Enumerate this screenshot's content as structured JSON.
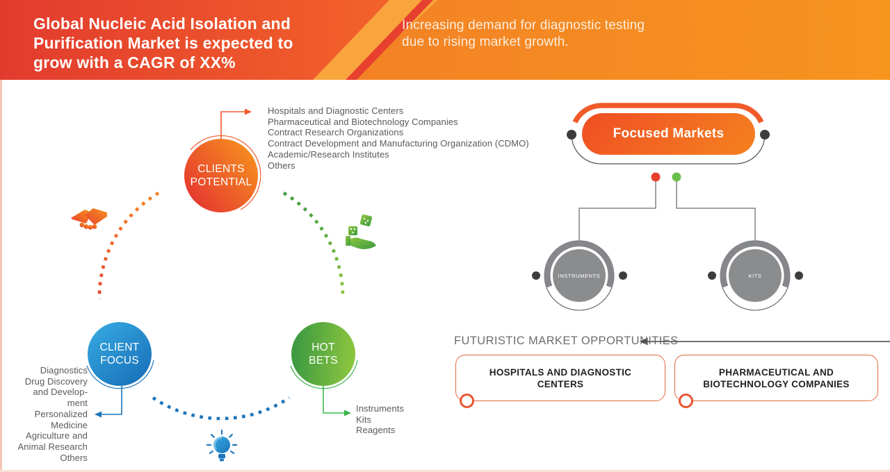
{
  "header": {
    "title_lines": [
      "Global Nucleic Acid Isolation and",
      "Purification Market is expected to",
      "grow with a CAGR of XX%"
    ],
    "subtitle_lines": [
      "Increasing demand for diagnostic testing",
      "due to rising market growth."
    ],
    "gradient_left": "#e23b2e",
    "gradient_right": "#f7941e",
    "accent_band": "#f9a53e",
    "accent_stripe": "#e8402e"
  },
  "venn": {
    "clients_potential": {
      "label_lines": [
        "CLIENTS",
        "POTENTIAL"
      ],
      "color_start": "#e63c2f",
      "color_end": "#f7941e",
      "items": [
        "Hospitals and Diagnostic Centers",
        "Pharmaceutical and Biotechnology Companies",
        "Contract Research Organizations",
        "Contract Development and Manufacturing Organization (CDMO)",
        "Academic/Research Institutes",
        "Others"
      ]
    },
    "client_focus": {
      "label_lines": [
        "CLIENT",
        "FOCUS"
      ],
      "color_start": "#36a9e1",
      "color_end": "#1b75bc",
      "item_lines": [
        "Diagnostics",
        "Drug Discovery",
        "and Develop-",
        "ment",
        "Personalized",
        "Medicine",
        "Agriculture and",
        "Animal Research",
        "Others"
      ]
    },
    "hot_bets": {
      "label_lines": [
        "HOT",
        "BETS"
      ],
      "color_start": "#3f9b41",
      "color_end": "#8dc63f",
      "items": [
        "Instruments",
        "Kits",
        "Reagents"
      ]
    }
  },
  "focused_markets": {
    "title": "Focused Markets",
    "pill_color": "#f15a29",
    "branch_dot_colors": [
      "#e8402e",
      "#6abf4b"
    ],
    "node_color": "#8a8c8e",
    "nodes": [
      {
        "label": "INSTRUMENTS"
      },
      {
        "label": "KITS"
      }
    ]
  },
  "futuristic": {
    "heading": "FUTURISTIC MARKET OPPORTUNITIES",
    "box_border_color": "#e2683c",
    "boxes": [
      {
        "label": "HOSPITALS AND DIAGNOSTIC CENTERS"
      },
      {
        "label": "PHARMACEUTICAL AND BIOTECHNOLOGY COMPANIES"
      }
    ]
  }
}
